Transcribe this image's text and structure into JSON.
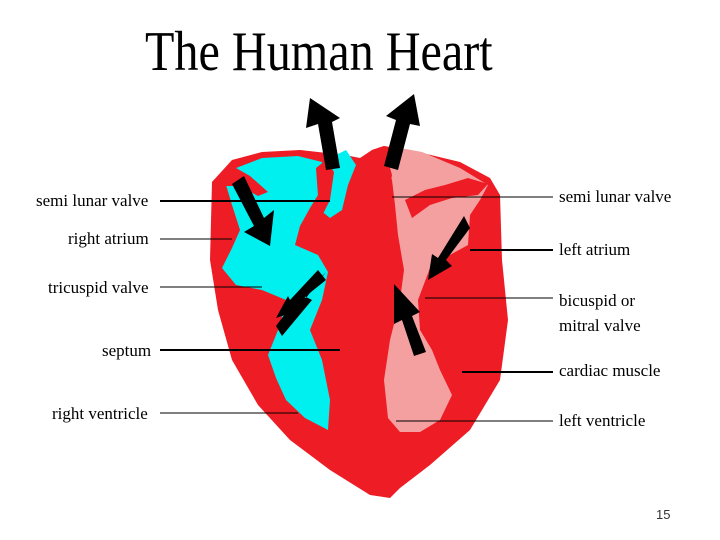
{
  "title": "The Human Heart",
  "labels_left": {
    "semi_lunar_valve": "semi lunar valve",
    "right_atrium": "right atrium",
    "tricuspid_valve": "tricuspid valve",
    "septum": "septum",
    "right_ventricle": "right ventricle"
  },
  "labels_right": {
    "semi_lunar_valve": "semi lunar valve",
    "left_atrium": "left atrium",
    "bicuspid_line1": "bicuspid or",
    "bicuspid_line2": "mitral valve",
    "cardiac_muscle": "cardiac muscle",
    "left_ventricle": "left ventricle"
  },
  "slide_number": "15",
  "colors": {
    "muscle": "#ee1c24",
    "deoxygenated": "#00f0f0",
    "oxygenated": "#f5a0a0",
    "arrow": "#000000"
  }
}
